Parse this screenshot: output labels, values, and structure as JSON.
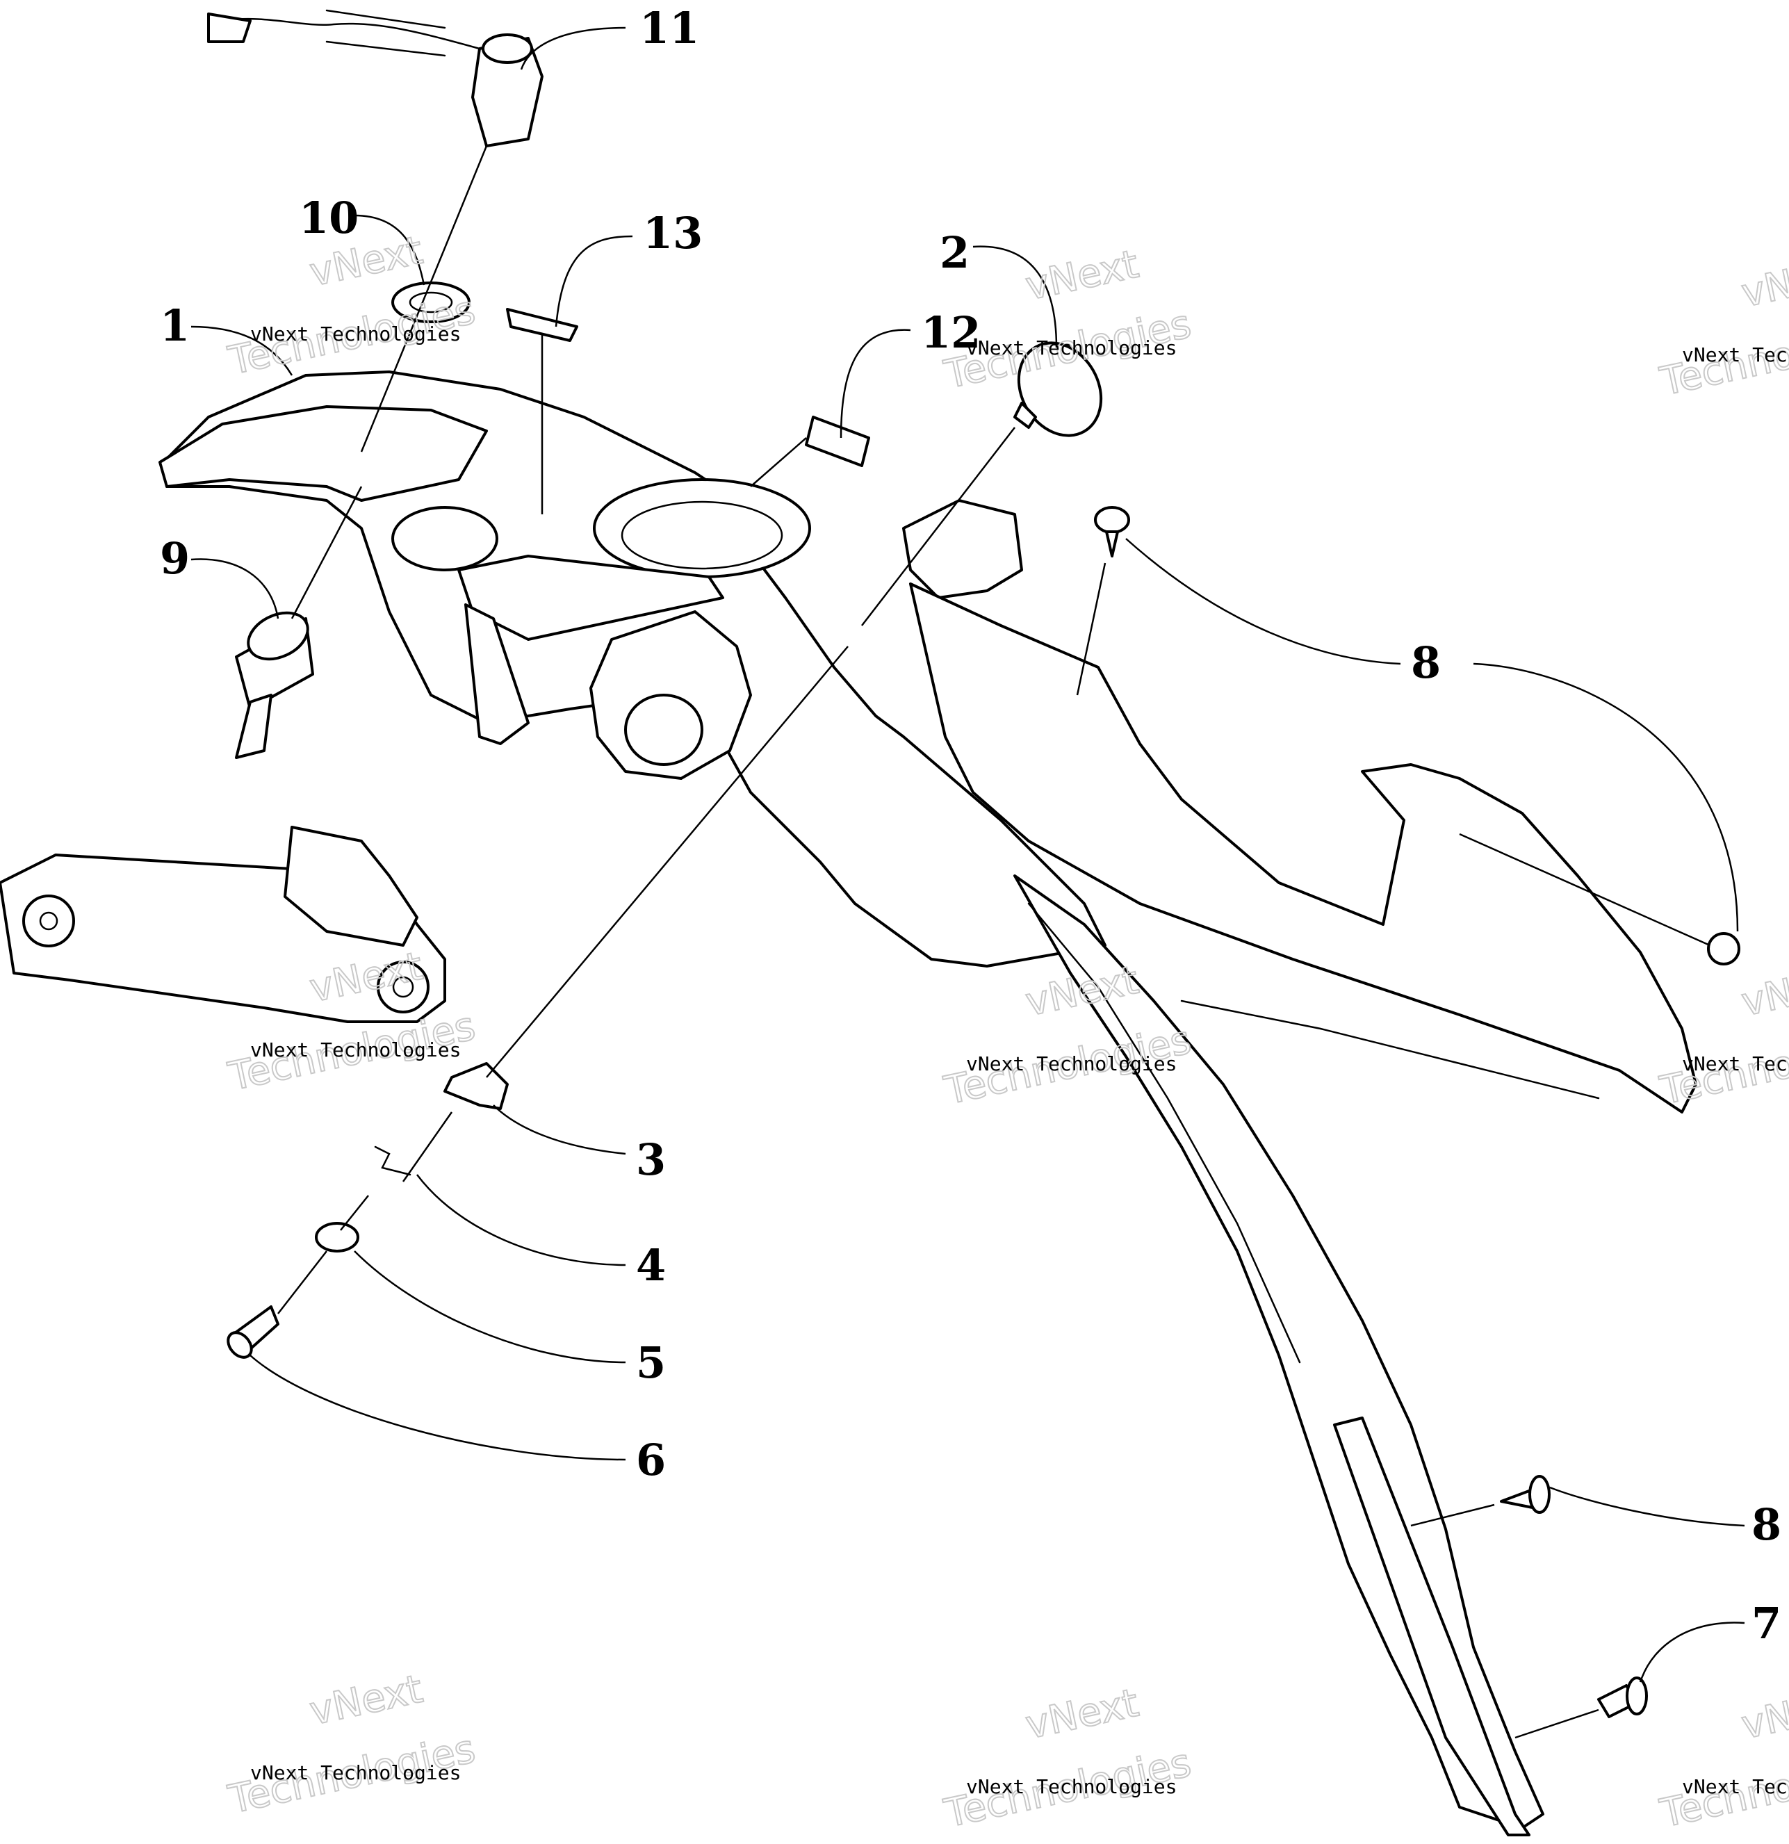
{
  "callouts": {
    "c1": "1",
    "c2": "2",
    "c3": "3",
    "c4": "4",
    "c5": "5",
    "c6": "6",
    "c7": "7",
    "c8a": "8",
    "c8b": "8",
    "c9": "9",
    "c10": "10",
    "c11": "11",
    "c12": "12",
    "c13": "13"
  },
  "watermark": {
    "big_line1": "vNext",
    "big_line2": "Technologies",
    "small": "vNext Technologies"
  }
}
